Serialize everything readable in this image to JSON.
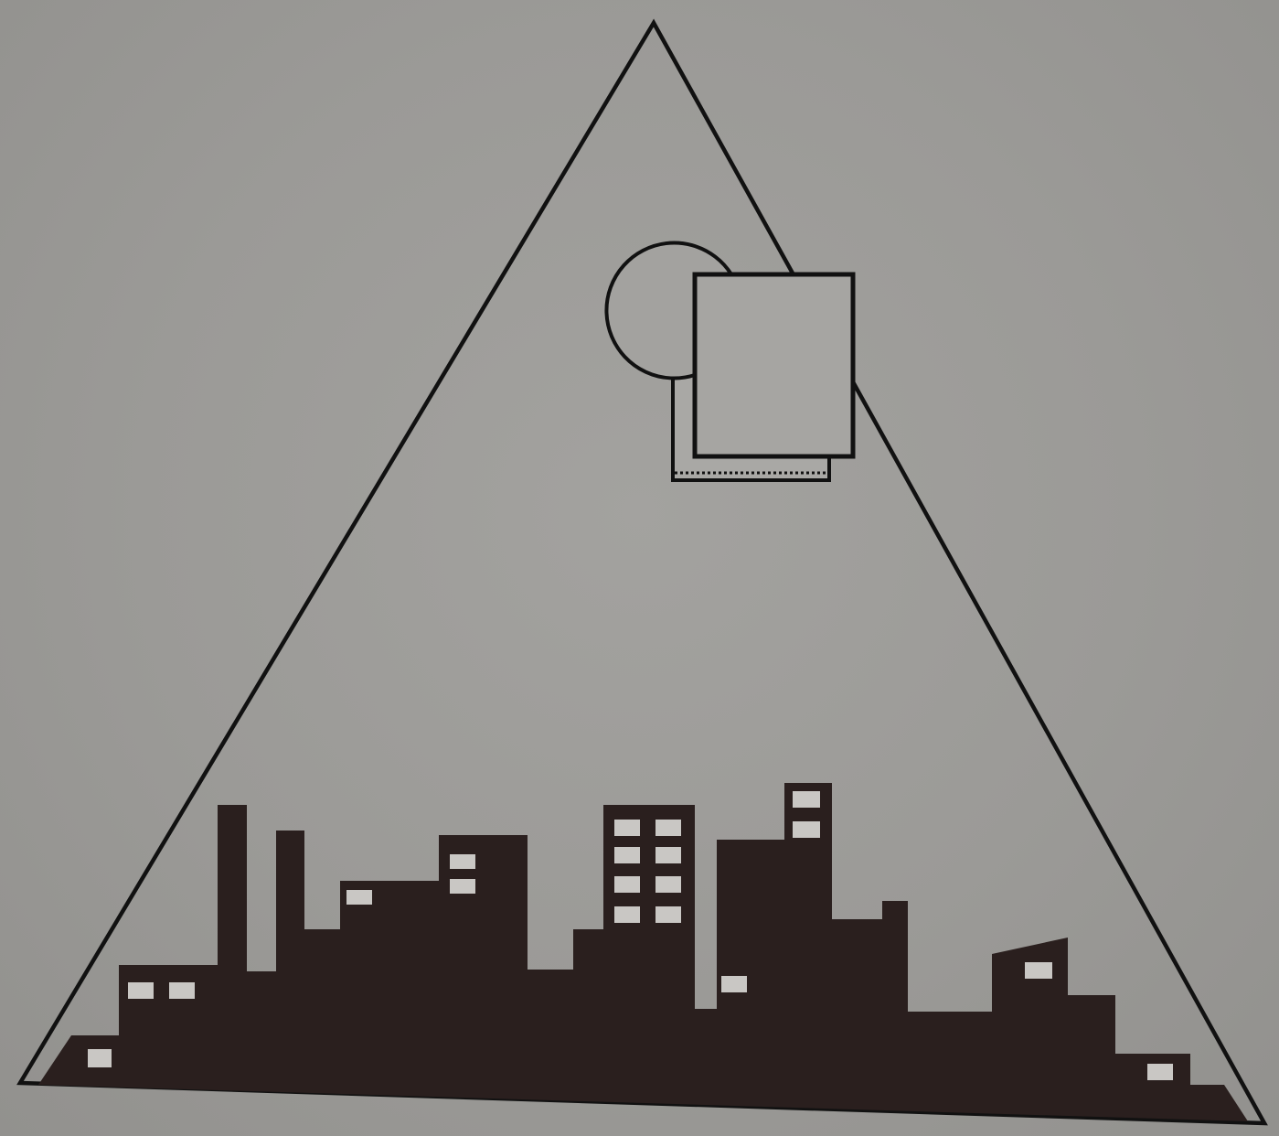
{
  "figure": {
    "description_free": true,
    "colors": {
      "background": "#9b9a97",
      "ink": "#2a1f1e",
      "window": "#c9c7c4",
      "outline": "#111111"
    },
    "elements": {
      "triangle": "triangle-outline",
      "circle": "circle-outline",
      "front_square": "square-outline",
      "back_square": "square-shadow-outline",
      "skyline": "city-skyline-silhouette"
    }
  }
}
